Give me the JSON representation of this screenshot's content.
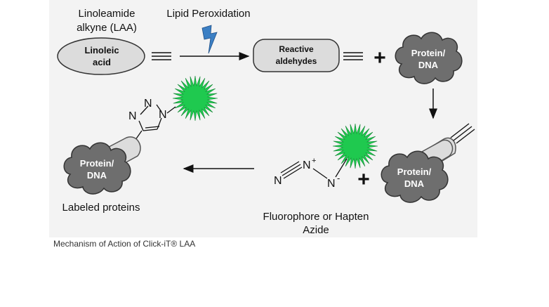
{
  "diagram": {
    "laa_label_line1": "Linoleamide",
    "laa_label_line2": "alkyne (LAA)",
    "linoleic_line1": "Linoleic",
    "linoleic_line2": "acid",
    "lipid_peroxidation": "Lipid Peroxidation",
    "reactive_line1": "Reactive",
    "reactive_line2": "aldehydes",
    "plus_1": "+",
    "protein_top_line1": "Protein/",
    "protein_top_line2": "DNA",
    "protein_right_line1": "Protein/",
    "protein_right_line2": "DNA",
    "plus_2": "+",
    "azide_N1": "N",
    "azide_N2": "N",
    "azide_N3": "N",
    "azide_plus": "+",
    "azide_minus": "-",
    "fluoro_line1": "Fluorophore or Hapten",
    "fluoro_line2": "Azide",
    "triazole_N1": "N",
    "triazole_N2": "N",
    "triazole_N3": "N",
    "protein_left_line1": "Protein/",
    "protein_left_line2": "DNA",
    "labeled_proteins": "Labeled proteins",
    "colors": {
      "ellipse_fill": "#dcdcdc",
      "cloud_fill": "#6e6e6e",
      "starburst": "#1fc94f",
      "bolt": "#3b7fc4"
    }
  },
  "caption": "Mechanism of Action of Click-iT® LAA"
}
